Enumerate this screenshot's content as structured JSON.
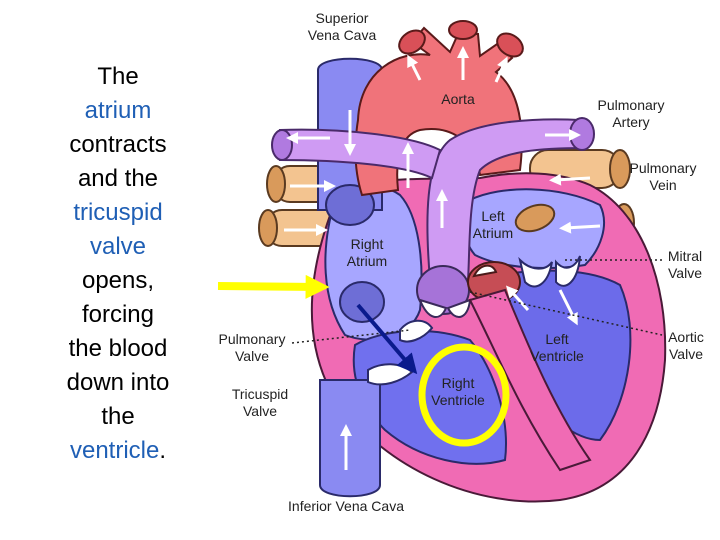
{
  "caption": {
    "p1": "The",
    "p2": "atrium",
    "p3": "contracts",
    "p4": "and the",
    "p5": "tricuspid",
    "p6": "valve",
    "p7": "opens,",
    "p8": "forcing",
    "p9": "the blood",
    "p10": "down into",
    "p11": "the",
    "p12": "ventricle",
    "p13": "."
  },
  "labels": {
    "svc1": "Superior",
    "svc2": "Vena Cava",
    "aorta": "Aorta",
    "pa1": "Pulmonary",
    "pa2": "Artery",
    "pv1": "Pulmonary",
    "pv2": "Vein",
    "la1": "Left",
    "la2": "Atrium",
    "ra1": "Right",
    "ra2": "Atrium",
    "mv1": "Mitral",
    "mv2": "Valve",
    "pvalve1": "Pulmonary",
    "pvalve2": "Valve",
    "lv1": "Left",
    "lv2": "Ventricle",
    "av1": "Aortic",
    "av2": "Valve",
    "rv1": "Right",
    "rv2": "Ventricle",
    "tv1": "Tricuspid",
    "tv2": "Valve",
    "ivc": "Inferior Vena Cava"
  },
  "colors": {
    "highlight_text": "#1f5fb5",
    "pointer_arrow": "#ffff00",
    "ventricle_circle": "#ffff00",
    "flow_arrow": "#0a1a8c"
  }
}
